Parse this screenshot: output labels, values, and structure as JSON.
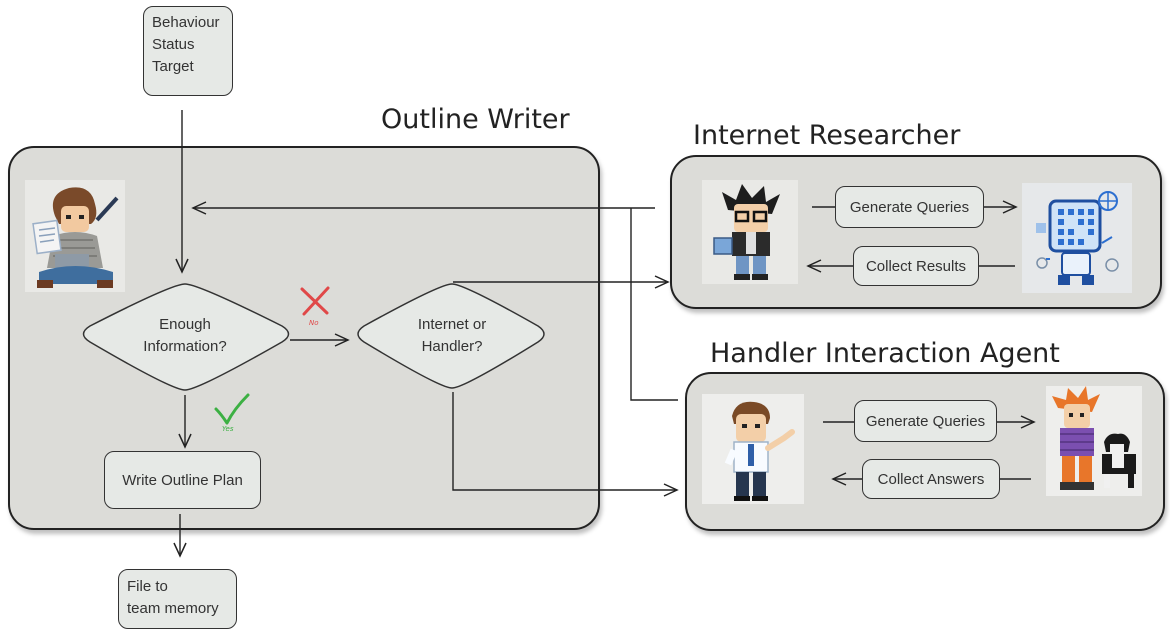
{
  "inputs": {
    "lines": [
      "Behaviour",
      "Status",
      "Target"
    ]
  },
  "outline_writer": {
    "title": "Outline Writer",
    "decision_info": [
      "Enough",
      "Information?"
    ],
    "decision_route": [
      "Internet or",
      "Handler?"
    ],
    "no_label": "No",
    "yes_label": "Yes",
    "write_plan": "Write Outline Plan"
  },
  "output": {
    "lines": [
      "File to",
      "team memory"
    ]
  },
  "internet_researcher": {
    "title": "Internet Researcher",
    "generate": "Generate Queries",
    "collect": "Collect Results"
  },
  "handler_agent": {
    "title": "Handler Interaction Agent",
    "generate": "Generate Queries",
    "collect": "Collect Answers"
  },
  "colors": {
    "panel": "#dcdcd8",
    "box": "#e6e9e6",
    "no_mark": "#e04848",
    "yes_mark": "#3cb043"
  }
}
